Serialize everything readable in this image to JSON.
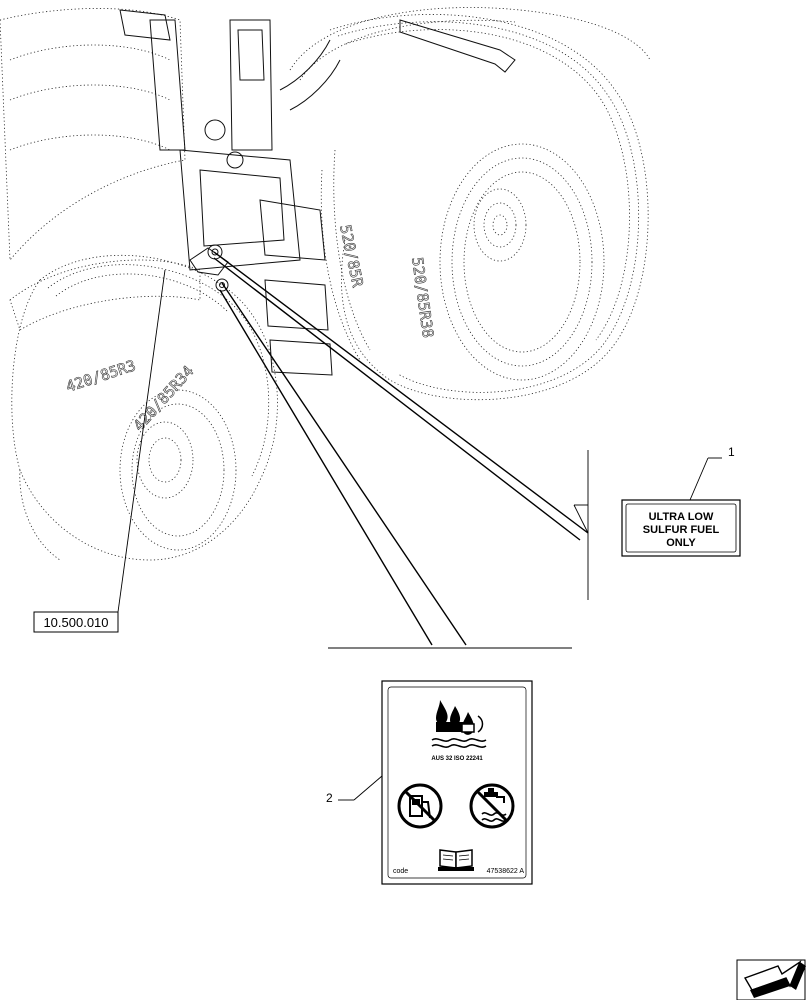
{
  "tire_markings": {
    "left_tire_top": "420/85R3",
    "left_tire_side": "420/85R34",
    "right_tire_top": "520/85R",
    "right_tire_side": "520/85R38"
  },
  "reference_box": {
    "text": "10.500.010"
  },
  "callouts": {
    "item1": "1",
    "item2": "2"
  },
  "decal_1": {
    "lines": [
      "ULTRA LOW",
      "SULFUR FUEL",
      "ONLY"
    ]
  },
  "decal_2": {
    "standard_text": "AUS 32  ISO 22241",
    "code_label": "code",
    "part_number": "47538622 A",
    "icons": [
      "fluid-drops-icon",
      "no-fuel-icon",
      "no-water-icon",
      "manual-book-icon"
    ]
  },
  "nav": {
    "icon": "next-page-arrow-icon"
  }
}
